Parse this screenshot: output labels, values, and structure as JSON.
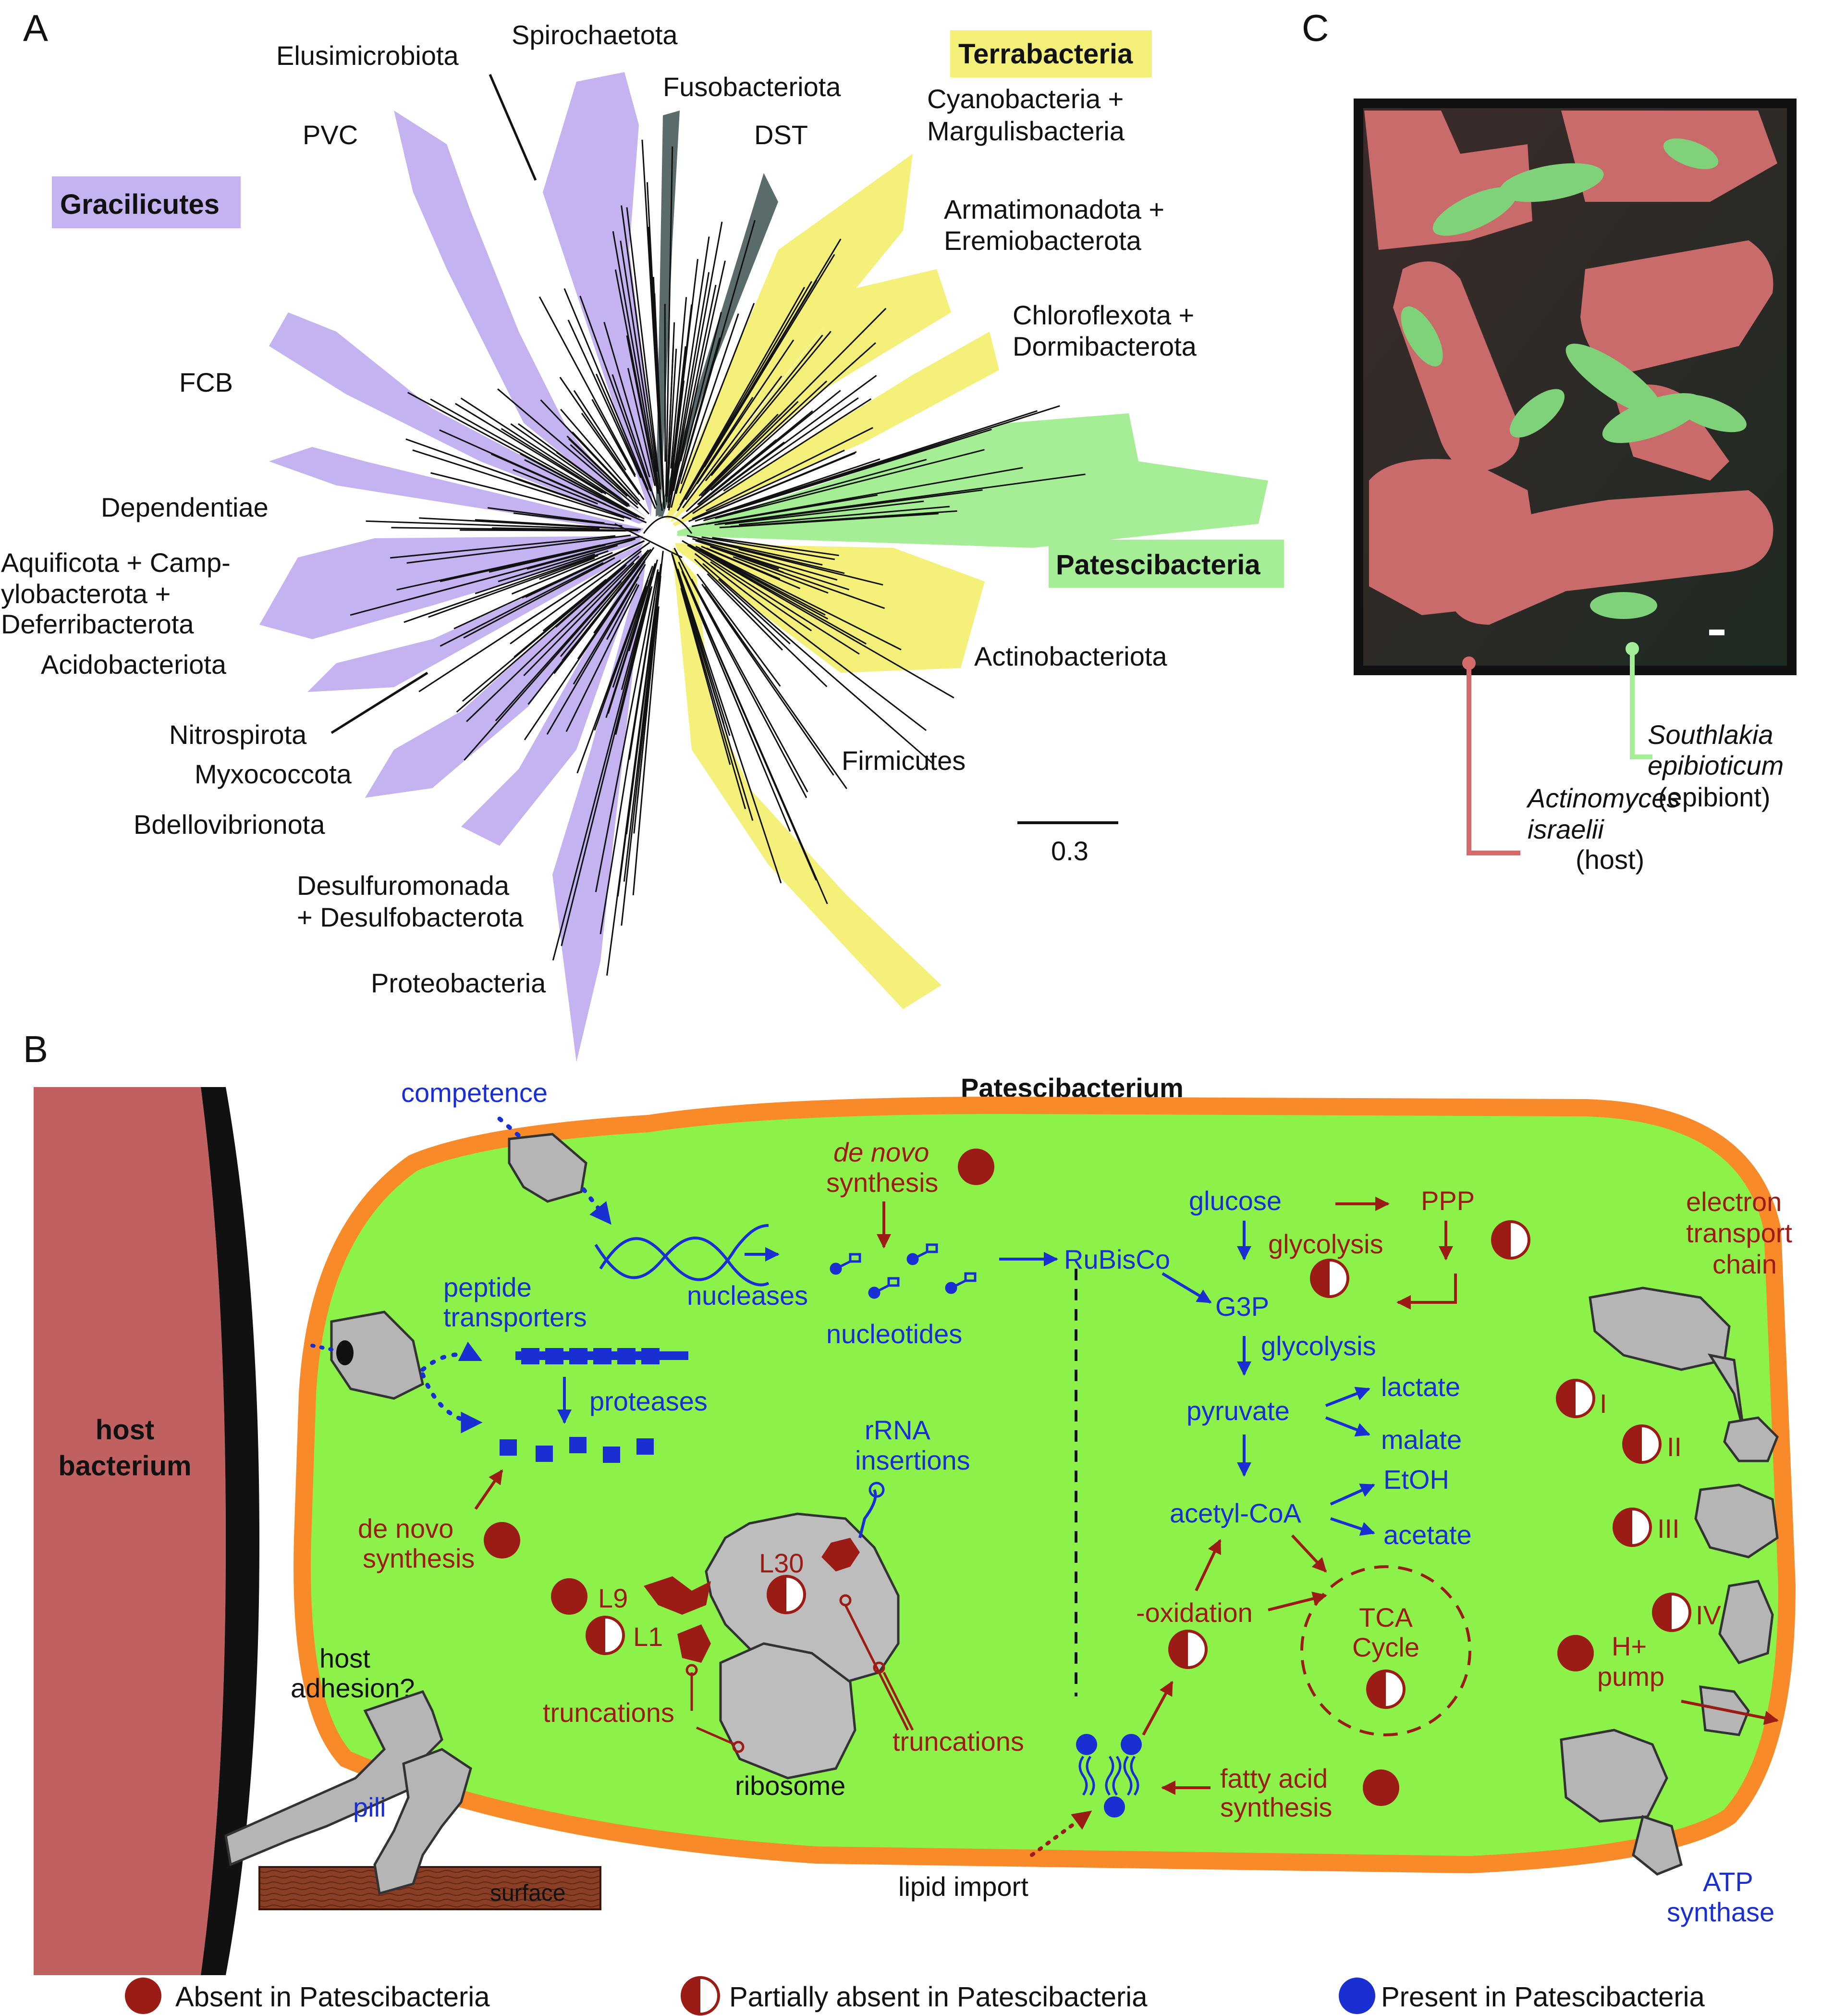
{
  "panels": {
    "a": "A",
    "b": "B",
    "c": "C"
  },
  "panel_a": {
    "superphyla": {
      "gracilicutes": "Gracilicutes",
      "terrabacteria": "Terrabacteria",
      "patescibacteria": "Patescibacteria"
    },
    "clades": {
      "elusimicrobiota": "Elusimicrobiota",
      "spirochaetota": "Spirochaetota",
      "fusobacteriota": "Fusobacteriota",
      "pvc": "PVC",
      "dst": "DST",
      "cyano_1": "Cyanobacteria +",
      "cyano_2": "Margulisbacteria",
      "armati_1": "Armatimonadota +",
      "armati_2": "Eremiobacterota",
      "chloro_1": "Chloroflexota +",
      "chloro_2": "Dormibacterota",
      "fcb": "FCB",
      "dependentiae": "Dependentiae",
      "aquif_1": "Aquificota + Camp-",
      "aquif_2": "ylobacterota +",
      "aquif_3": "Deferribacterota",
      "acidobacteriota": "Acidobacteriota",
      "actinobacteriota": "Actinobacteriota",
      "nitrospirota": "Nitrospirota",
      "myxococcota": "Myxococcota",
      "firmicutes": "Firmicutes",
      "bdellovibrionota": "Bdellovibrionota",
      "desulfuro_1": "Desulfuromonada",
      "desulfuro_2": "+ Desulfobacterota",
      "proteobacteria": "Proteobacteria"
    },
    "scale_bar": "0.3"
  },
  "panel_c": {
    "host_1": "Actinomyces",
    "host_2": "israelii",
    "host_3": "(host)",
    "epi_1": "Southlakia",
    "epi_2": "epibioticum",
    "epi_3": "(epibiont)"
  },
  "panel_b": {
    "title": "Patescibacterium",
    "host_1": "host",
    "host_2": "bacterium",
    "competence": "competence",
    "peptide_1": "peptide",
    "peptide_2": "transporters",
    "proteases": "proteases",
    "denovo_top_1": "de novo",
    "denovo_top_2": "synthesis",
    "denovo_left_1": "de novo",
    "denovo_left_2": "synthesis",
    "nucleases": "nucleases",
    "nucleotides": "nucleotides",
    "rubisco": "RuBisCo",
    "glucose": "glucose",
    "ppp": "PPP",
    "glycolysis_1": "glycolysis",
    "glycolysis_2": "glycolysis",
    "g3p": "G3P",
    "pyruvate": "pyruvate",
    "lactate": "lactate",
    "malate": "malate",
    "etoh": "EtOH",
    "acetylcoa": "acetyl-CoA",
    "acetate": "acetate",
    "betaox": "-oxidation",
    "tca_1": "TCA",
    "tca_2": "Cycle",
    "fas_1": "fatty acid",
    "fas_2": "synthesis",
    "lipid_import": "lipid import",
    "rrna_1": "rRNA",
    "rrna_2": "insertions",
    "l9": "L9",
    "l1": "L1",
    "l30": "L30",
    "truncations_1": "truncations",
    "truncations_2": "truncations",
    "ribosome": "ribosome",
    "etc_1": "electron",
    "etc_2": "transport",
    "etc_3": "chain",
    "c1": "I",
    "c2": "II",
    "c3": "III",
    "c4": "IV",
    "hpump_1": "H+",
    "hpump_2": "pump",
    "atp_1": "ATP",
    "atp_2": "synthase",
    "adhesion_1": "host",
    "adhesion_2": "adhesion?",
    "pili": "pili",
    "surface": "surface"
  },
  "legend": {
    "absent": "Absent in Patescibacteria",
    "partial": "Partially absent in Patescibacteria",
    "present": "Present in Patescibacteria"
  },
  "colors": {
    "gracilicutes": "#c4b3f0",
    "terrabacteria": "#f5f07a",
    "patescibacteria": "#a5ee96",
    "dst_fuso": "#5a6b6b",
    "cell": "#8cf24a",
    "membrane": "#f98a2a",
    "host": "#c06060",
    "absent": "#9b1c14",
    "present": "#1a2fd1"
  }
}
